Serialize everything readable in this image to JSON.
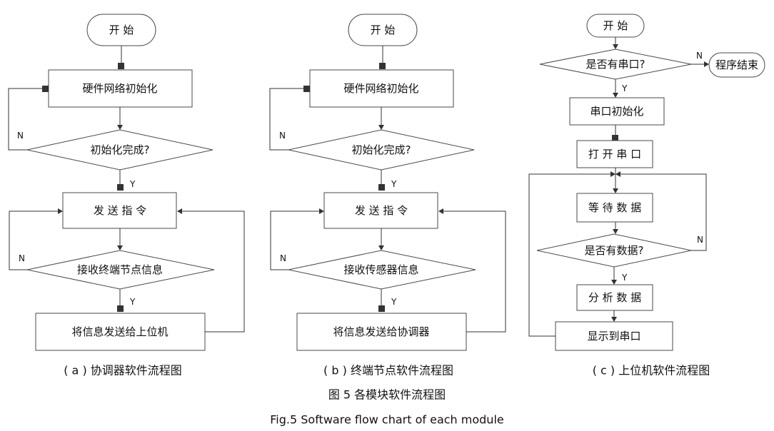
{
  "chart_a": {
    "start": "开 始",
    "init": "硬件网络初始化",
    "check": "初始化完成?",
    "send": "发 送 指 令",
    "receive": "接收终端节点信息",
    "forward": "将信息发送给上位机",
    "yes": "Y",
    "no": "N",
    "caption": "( a ) 协调器软件流程图"
  },
  "chart_b": {
    "start": "开 始",
    "init": "硬件网络初始化",
    "check": "初始化完成?",
    "send": "发 送 指 令",
    "receive": "接收传感器信息",
    "forward": "将信息发送给协调器",
    "yes": "Y",
    "no": "N",
    "caption": "( b ) 终端节点软件流程图"
  },
  "chart_c": {
    "start": "开 始",
    "has_port": "是否有串口?",
    "end": "程序结束",
    "port_init": "串口初始化",
    "open_port": "打 开 串 口",
    "wait": "等 待 数 据",
    "has_data": "是否有数据?",
    "analyze": "分 析 数 据",
    "display": "显示到串口",
    "yes": "Y",
    "no": "N",
    "caption": "( c ) 上位机软件流程图"
  },
  "figure": {
    "title_cn": "图 5 各模块软件流程图",
    "title_en": "Fig.5 Software flow chart of each module"
  }
}
